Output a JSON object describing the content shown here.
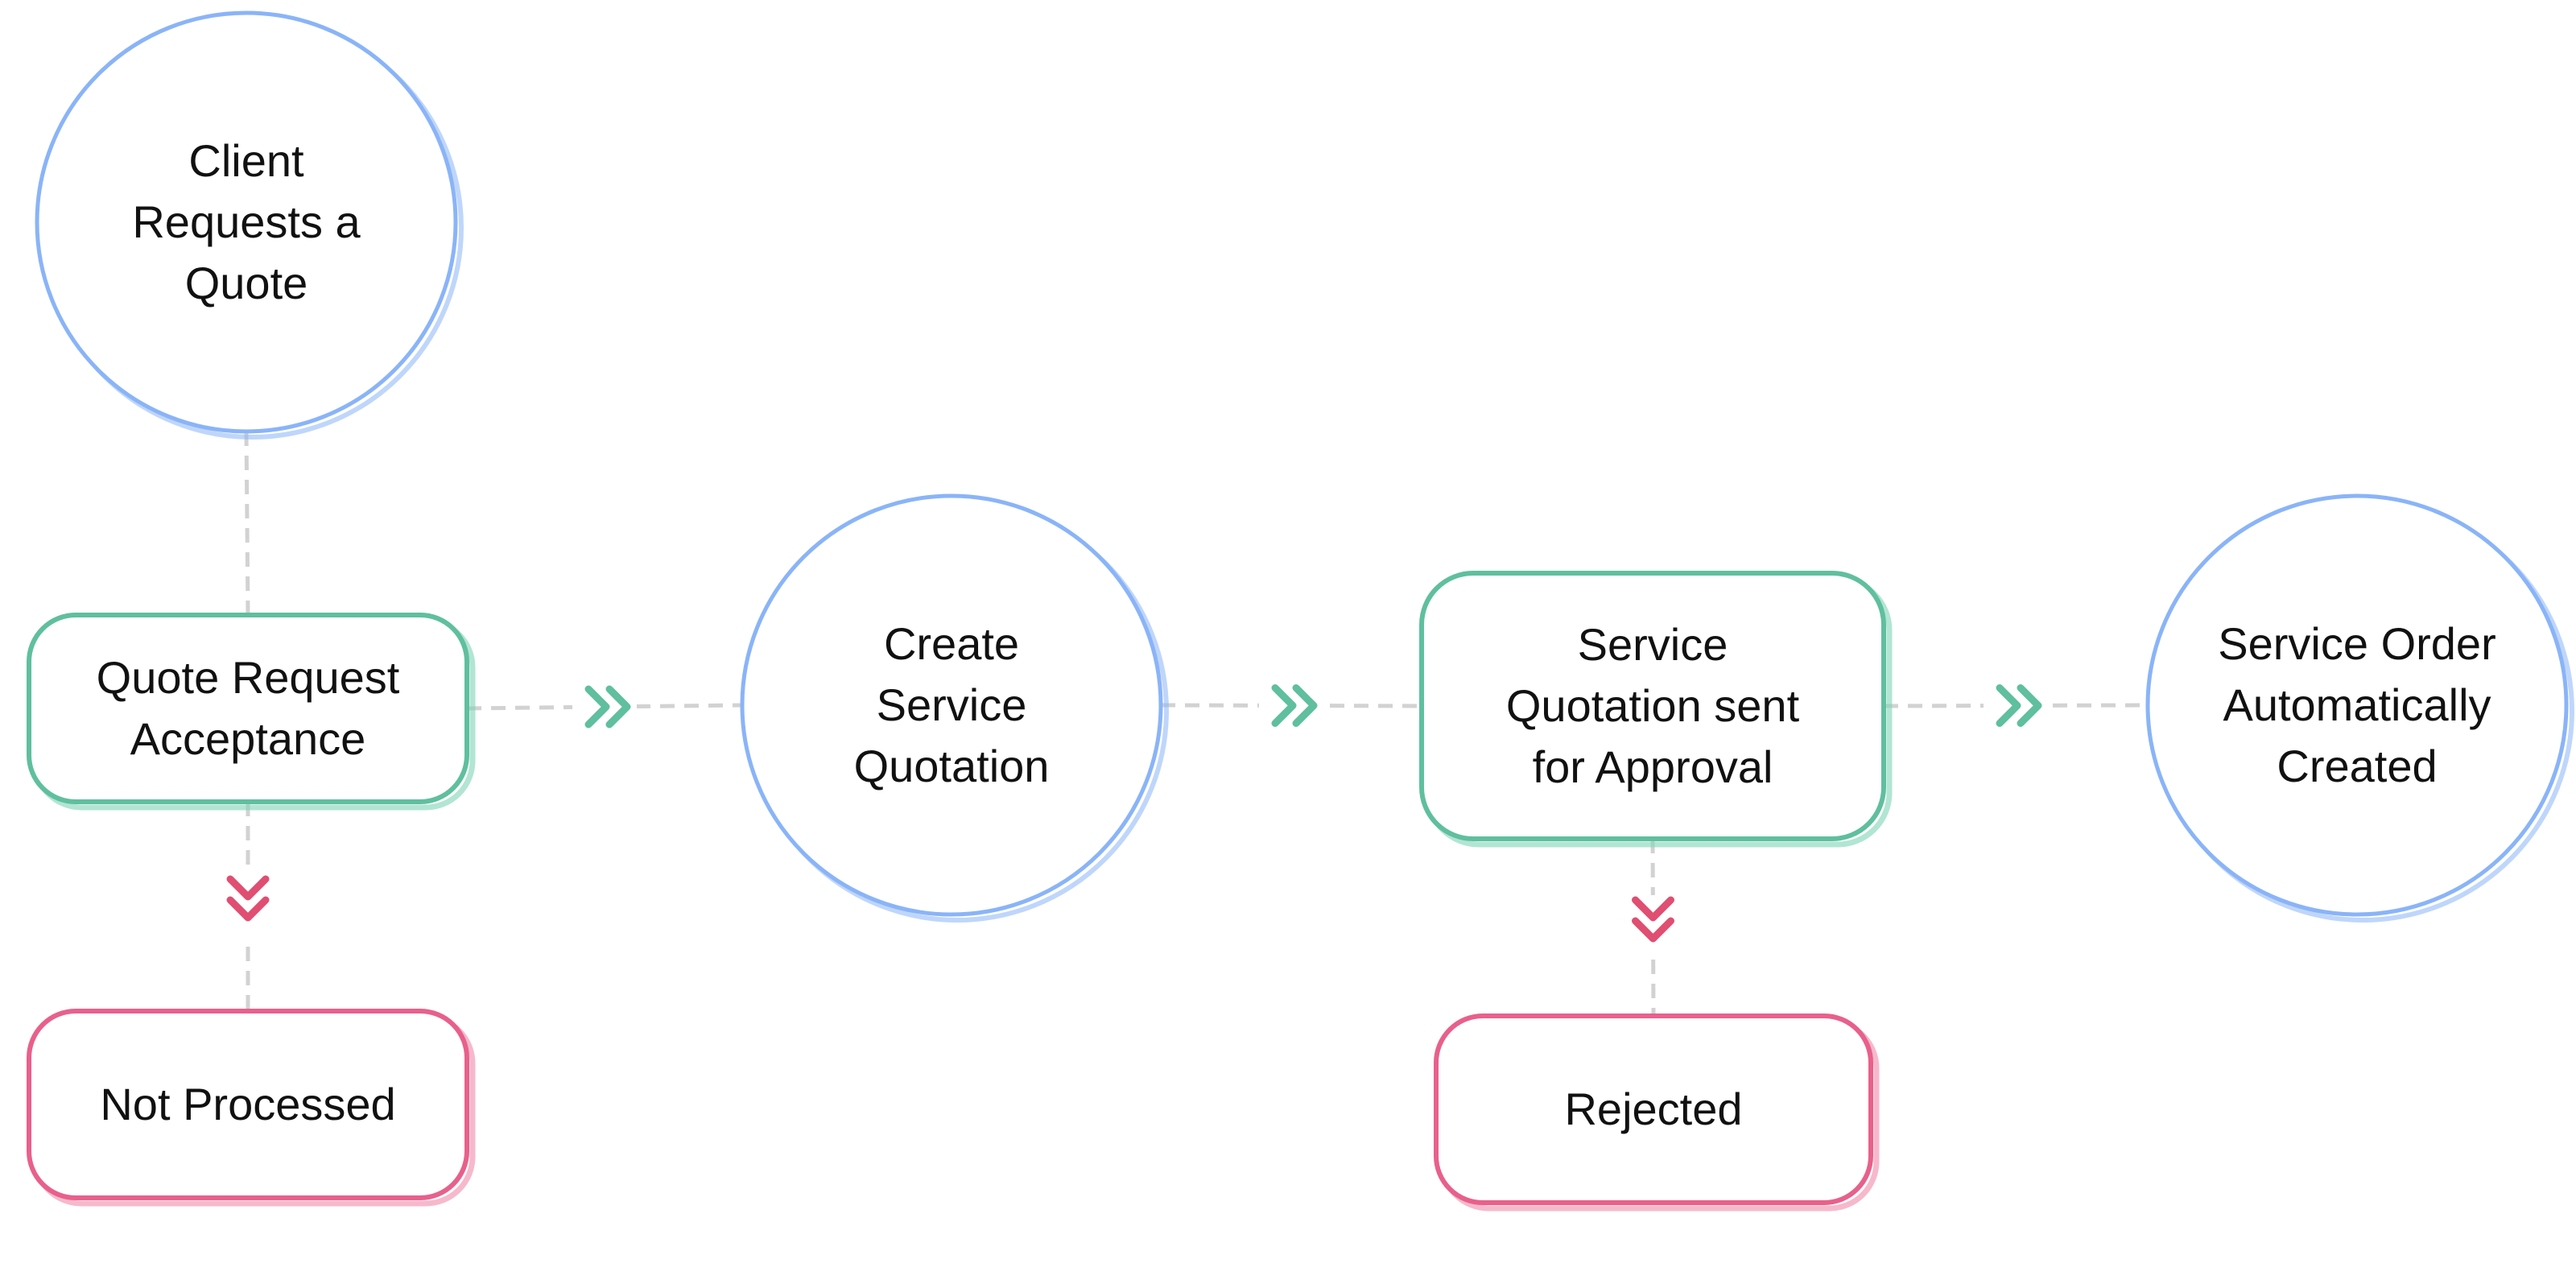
{
  "colors": {
    "circle_stroke": "#8ab4f8",
    "circle_shadow": "#8ab4f8",
    "process_stroke": "#5fbf9f",
    "process_shadow": "#7ed3b6",
    "terminal_stroke": "#e8608c",
    "terminal_shadow": "#f08aa9",
    "connector": "#d2d2d2",
    "arrow_forward": "#5fbf9f",
    "arrow_reject": "#e04e71",
    "text": "#111111"
  },
  "nodes": {
    "client_request": {
      "shape": "circle",
      "lines": [
        "Client",
        "Requests a",
        "Quote"
      ]
    },
    "quote_acceptance": {
      "shape": "rounded-rect",
      "style": "process",
      "lines": [
        "Quote Request",
        "Acceptance"
      ]
    },
    "not_processed": {
      "shape": "rounded-rect",
      "style": "terminal",
      "lines": [
        "Not Processed"
      ]
    },
    "create_quotation": {
      "shape": "circle",
      "lines": [
        "Create",
        "Service",
        "Quotation"
      ]
    },
    "quotation_approval": {
      "shape": "rounded-rect",
      "style": "process",
      "lines": [
        "Service",
        "Quotation sent",
        "for Approval"
      ]
    },
    "rejected": {
      "shape": "rounded-rect",
      "style": "terminal",
      "lines": [
        "Rejected"
      ]
    },
    "service_order": {
      "shape": "circle",
      "lines": [
        "Service Order",
        "Automatically",
        "Created"
      ]
    }
  },
  "edges": [
    {
      "from": "client_request",
      "to": "quote_acceptance",
      "arrow": "none"
    },
    {
      "from": "quote_acceptance",
      "to": "not_processed",
      "arrow": "reject"
    },
    {
      "from": "quote_acceptance",
      "to": "create_quotation",
      "arrow": "forward"
    },
    {
      "from": "create_quotation",
      "to": "quotation_approval",
      "arrow": "forward"
    },
    {
      "from": "quotation_approval",
      "to": "rejected",
      "arrow": "reject"
    },
    {
      "from": "quotation_approval",
      "to": "service_order",
      "arrow": "forward"
    }
  ]
}
